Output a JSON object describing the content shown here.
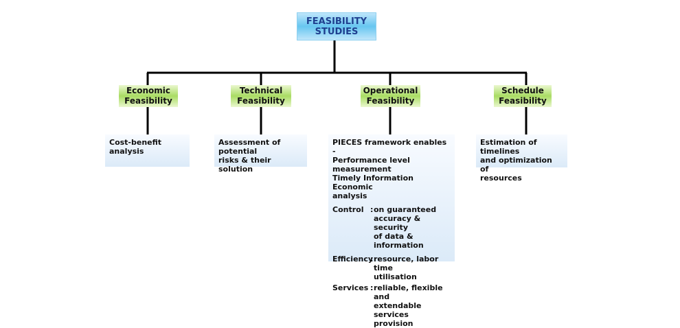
{
  "root": {
    "line1": "FEASIBILITY",
    "line2": "STUDIES"
  },
  "categories": [
    {
      "line1": "Economic",
      "line2": "Feasibility"
    },
    {
      "line1": "Technical",
      "line2": "Feasibility"
    },
    {
      "line1": "Operational",
      "line2": "Feasibility"
    },
    {
      "line1": "Schedule",
      "line2": "Feasibility"
    }
  ],
  "economic": {
    "lines": [
      "Cost-benefit analysis"
    ]
  },
  "technical": {
    "lines": [
      "Assessment of potential",
      "risks & their solution"
    ]
  },
  "schedule": {
    "lines": [
      "Estimation of timelines",
      "and optimization of",
      "resources"
    ]
  },
  "operational": {
    "intro": [
      "PIECES framework enables -",
      "Performance level measurement",
      "Timely Information Economic",
      "analysis"
    ],
    "items": [
      {
        "key": "Control",
        "colon": ":",
        "lines": [
          "on guaranteed",
          "accuracy & security",
          "of data & information"
        ]
      },
      {
        "key": "Efficiency",
        "colon": ":",
        "lines": [
          "resource, labor time",
          "utilisation"
        ]
      },
      {
        "key": "Services",
        "colon": ":",
        "lines": [
          "reliable, flexible and",
          "extendable services",
          "provision"
        ]
      }
    ]
  }
}
